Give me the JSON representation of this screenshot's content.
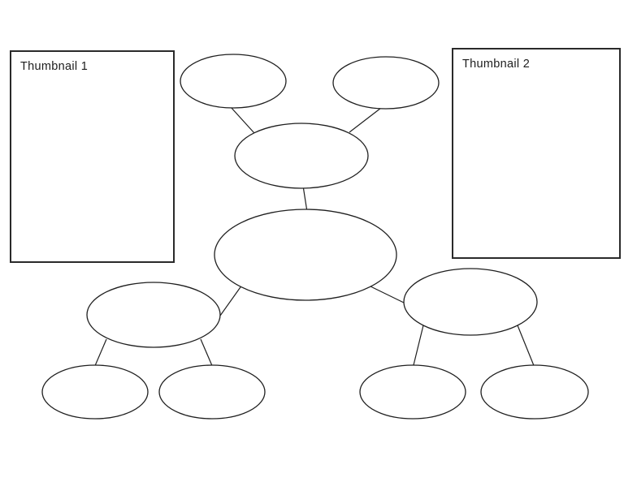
{
  "thumbnails": [
    {
      "label": "Thumbnail 1"
    },
    {
      "label": "Thumbnail 2"
    }
  ],
  "colors": {
    "background": "#ffffff",
    "stroke": "#1f1f1f",
    "box_border": "#2a2a2a",
    "text": "#1d1d1d"
  },
  "diagram": {
    "type": "concept-map-template",
    "node_count": 10,
    "nodes": [
      {
        "id": "center",
        "label": "",
        "role": "main-topic"
      },
      {
        "id": "top-branch",
        "label": "",
        "role": "branch"
      },
      {
        "id": "top-leaf-1",
        "label": "",
        "role": "leaf"
      },
      {
        "id": "top-leaf-2",
        "label": "",
        "role": "leaf"
      },
      {
        "id": "left-branch",
        "label": "",
        "role": "branch"
      },
      {
        "id": "left-leaf-1",
        "label": "",
        "role": "leaf"
      },
      {
        "id": "left-leaf-2",
        "label": "",
        "role": "leaf"
      },
      {
        "id": "right-branch",
        "label": "",
        "role": "branch"
      },
      {
        "id": "right-leaf-1",
        "label": "",
        "role": "leaf"
      },
      {
        "id": "right-leaf-2",
        "label": "",
        "role": "leaf"
      }
    ],
    "edges": [
      [
        "top-leaf-1",
        "top-branch"
      ],
      [
        "top-leaf-2",
        "top-branch"
      ],
      [
        "top-branch",
        "center"
      ],
      [
        "center",
        "left-branch"
      ],
      [
        "center",
        "right-branch"
      ],
      [
        "left-branch",
        "left-leaf-1"
      ],
      [
        "left-branch",
        "left-leaf-2"
      ],
      [
        "right-branch",
        "right-leaf-1"
      ],
      [
        "right-branch",
        "right-leaf-2"
      ]
    ]
  }
}
